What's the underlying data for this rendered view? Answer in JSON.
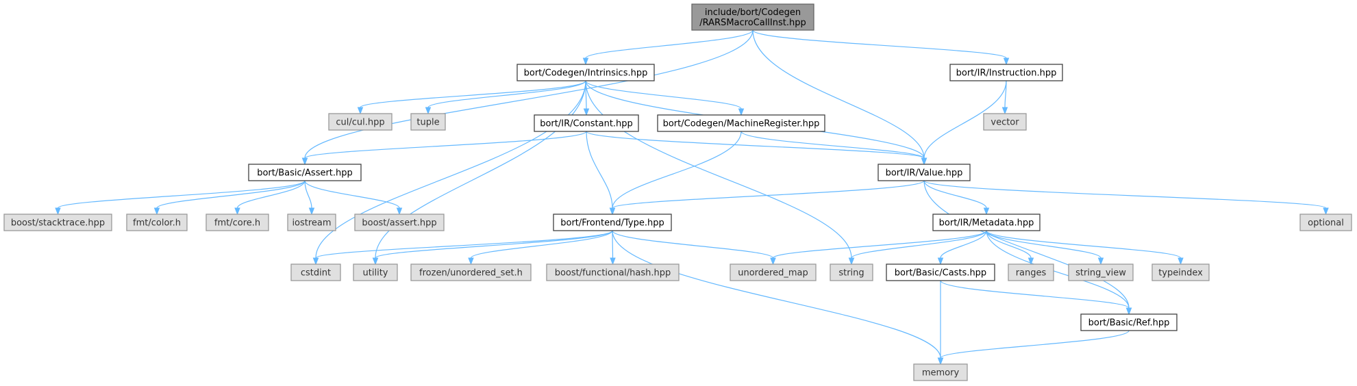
{
  "graph": {
    "root_label_lines": [
      "include/bort/Codegen",
      "/RARSMacroCallInst.hpp"
    ],
    "nodes": [
      {
        "id": "root",
        "label": "include/bort/Codegen\n/RARSMacroCallInst.hpp",
        "kind": "root"
      },
      {
        "id": "intrinsics",
        "label": "bort/Codegen/Intrinsics.hpp",
        "kind": "primary"
      },
      {
        "id": "instruction",
        "label": "bort/IR/Instruction.hpp",
        "kind": "primary"
      },
      {
        "id": "culcul",
        "label": "cul/cul.hpp",
        "kind": "system"
      },
      {
        "id": "tuple",
        "label": "tuple",
        "kind": "system"
      },
      {
        "id": "constant",
        "label": "bort/IR/Constant.hpp",
        "kind": "primary"
      },
      {
        "id": "machreg",
        "label": "bort/Codegen/MachineRegister.hpp",
        "kind": "primary"
      },
      {
        "id": "vector",
        "label": "vector",
        "kind": "system"
      },
      {
        "id": "assert",
        "label": "bort/Basic/Assert.hpp",
        "kind": "primary"
      },
      {
        "id": "value",
        "label": "bort/IR/Value.hpp",
        "kind": "primary"
      },
      {
        "id": "stacktrace",
        "label": "boost/stacktrace.hpp",
        "kind": "system"
      },
      {
        "id": "fmtcolor",
        "label": "fmt/color.h",
        "kind": "system"
      },
      {
        "id": "fmtcore",
        "label": "fmt/core.h",
        "kind": "system"
      },
      {
        "id": "iostream",
        "label": "iostream",
        "kind": "system"
      },
      {
        "id": "boostassert",
        "label": "boost/assert.hpp",
        "kind": "system"
      },
      {
        "id": "type",
        "label": "bort/Frontend/Type.hpp",
        "kind": "primary"
      },
      {
        "id": "metadata",
        "label": "bort/IR/Metadata.hpp",
        "kind": "primary"
      },
      {
        "id": "optional",
        "label": "optional",
        "kind": "system"
      },
      {
        "id": "cstdint",
        "label": "cstdint",
        "kind": "system"
      },
      {
        "id": "utility",
        "label": "utility",
        "kind": "system"
      },
      {
        "id": "frozen",
        "label": "frozen/unordered_set.h",
        "kind": "system"
      },
      {
        "id": "hash",
        "label": "boost/functional/hash.hpp",
        "kind": "system"
      },
      {
        "id": "umap",
        "label": "unordered_map",
        "kind": "system"
      },
      {
        "id": "string",
        "label": "string",
        "kind": "system"
      },
      {
        "id": "casts",
        "label": "bort/Basic/Casts.hpp",
        "kind": "primary"
      },
      {
        "id": "ranges",
        "label": "ranges",
        "kind": "system"
      },
      {
        "id": "stringview",
        "label": "string_view",
        "kind": "system"
      },
      {
        "id": "typeindex",
        "label": "typeindex",
        "kind": "system"
      },
      {
        "id": "ref",
        "label": "bort/Basic/Ref.hpp",
        "kind": "primary"
      },
      {
        "id": "memory",
        "label": "memory",
        "kind": "system"
      }
    ],
    "edges": [
      {
        "from": "root",
        "to": "intrinsics"
      },
      {
        "from": "root",
        "to": "instruction"
      },
      {
        "from": "root",
        "to": "assert"
      },
      {
        "from": "root",
        "to": "value"
      },
      {
        "from": "intrinsics",
        "to": "culcul"
      },
      {
        "from": "intrinsics",
        "to": "tuple"
      },
      {
        "from": "intrinsics",
        "to": "constant"
      },
      {
        "from": "intrinsics",
        "to": "machreg"
      },
      {
        "from": "intrinsics",
        "to": "value"
      },
      {
        "from": "intrinsics",
        "to": "cstdint"
      },
      {
        "from": "intrinsics",
        "to": "utility"
      },
      {
        "from": "intrinsics",
        "to": "string"
      },
      {
        "from": "instruction",
        "to": "vector"
      },
      {
        "from": "instruction",
        "to": "value"
      },
      {
        "from": "constant",
        "to": "assert"
      },
      {
        "from": "constant",
        "to": "type"
      },
      {
        "from": "constant",
        "to": "value"
      },
      {
        "from": "machreg",
        "to": "type"
      },
      {
        "from": "machreg",
        "to": "value"
      },
      {
        "from": "assert",
        "to": "stacktrace"
      },
      {
        "from": "assert",
        "to": "fmtcolor"
      },
      {
        "from": "assert",
        "to": "fmtcore"
      },
      {
        "from": "assert",
        "to": "iostream"
      },
      {
        "from": "assert",
        "to": "boostassert"
      },
      {
        "from": "value",
        "to": "type"
      },
      {
        "from": "value",
        "to": "metadata"
      },
      {
        "from": "value",
        "to": "optional"
      },
      {
        "from": "value",
        "to": "ref"
      },
      {
        "from": "type",
        "to": "cstdint"
      },
      {
        "from": "type",
        "to": "utility"
      },
      {
        "from": "type",
        "to": "frozen"
      },
      {
        "from": "type",
        "to": "hash"
      },
      {
        "from": "type",
        "to": "umap"
      },
      {
        "from": "type",
        "to": "memory"
      },
      {
        "from": "metadata",
        "to": "umap"
      },
      {
        "from": "metadata",
        "to": "string"
      },
      {
        "from": "metadata",
        "to": "casts"
      },
      {
        "from": "metadata",
        "to": "ranges"
      },
      {
        "from": "metadata",
        "to": "stringview"
      },
      {
        "from": "metadata",
        "to": "typeindex"
      },
      {
        "from": "metadata",
        "to": "ref"
      },
      {
        "from": "casts",
        "to": "memory"
      },
      {
        "from": "casts",
        "to": "ref"
      },
      {
        "from": "ref",
        "to": "memory"
      }
    ],
    "colors": {
      "edge": "#63b8ff",
      "root_fill": "#999999",
      "primary_fill": "#ffffff",
      "system_fill": "#e0e0e0"
    }
  }
}
